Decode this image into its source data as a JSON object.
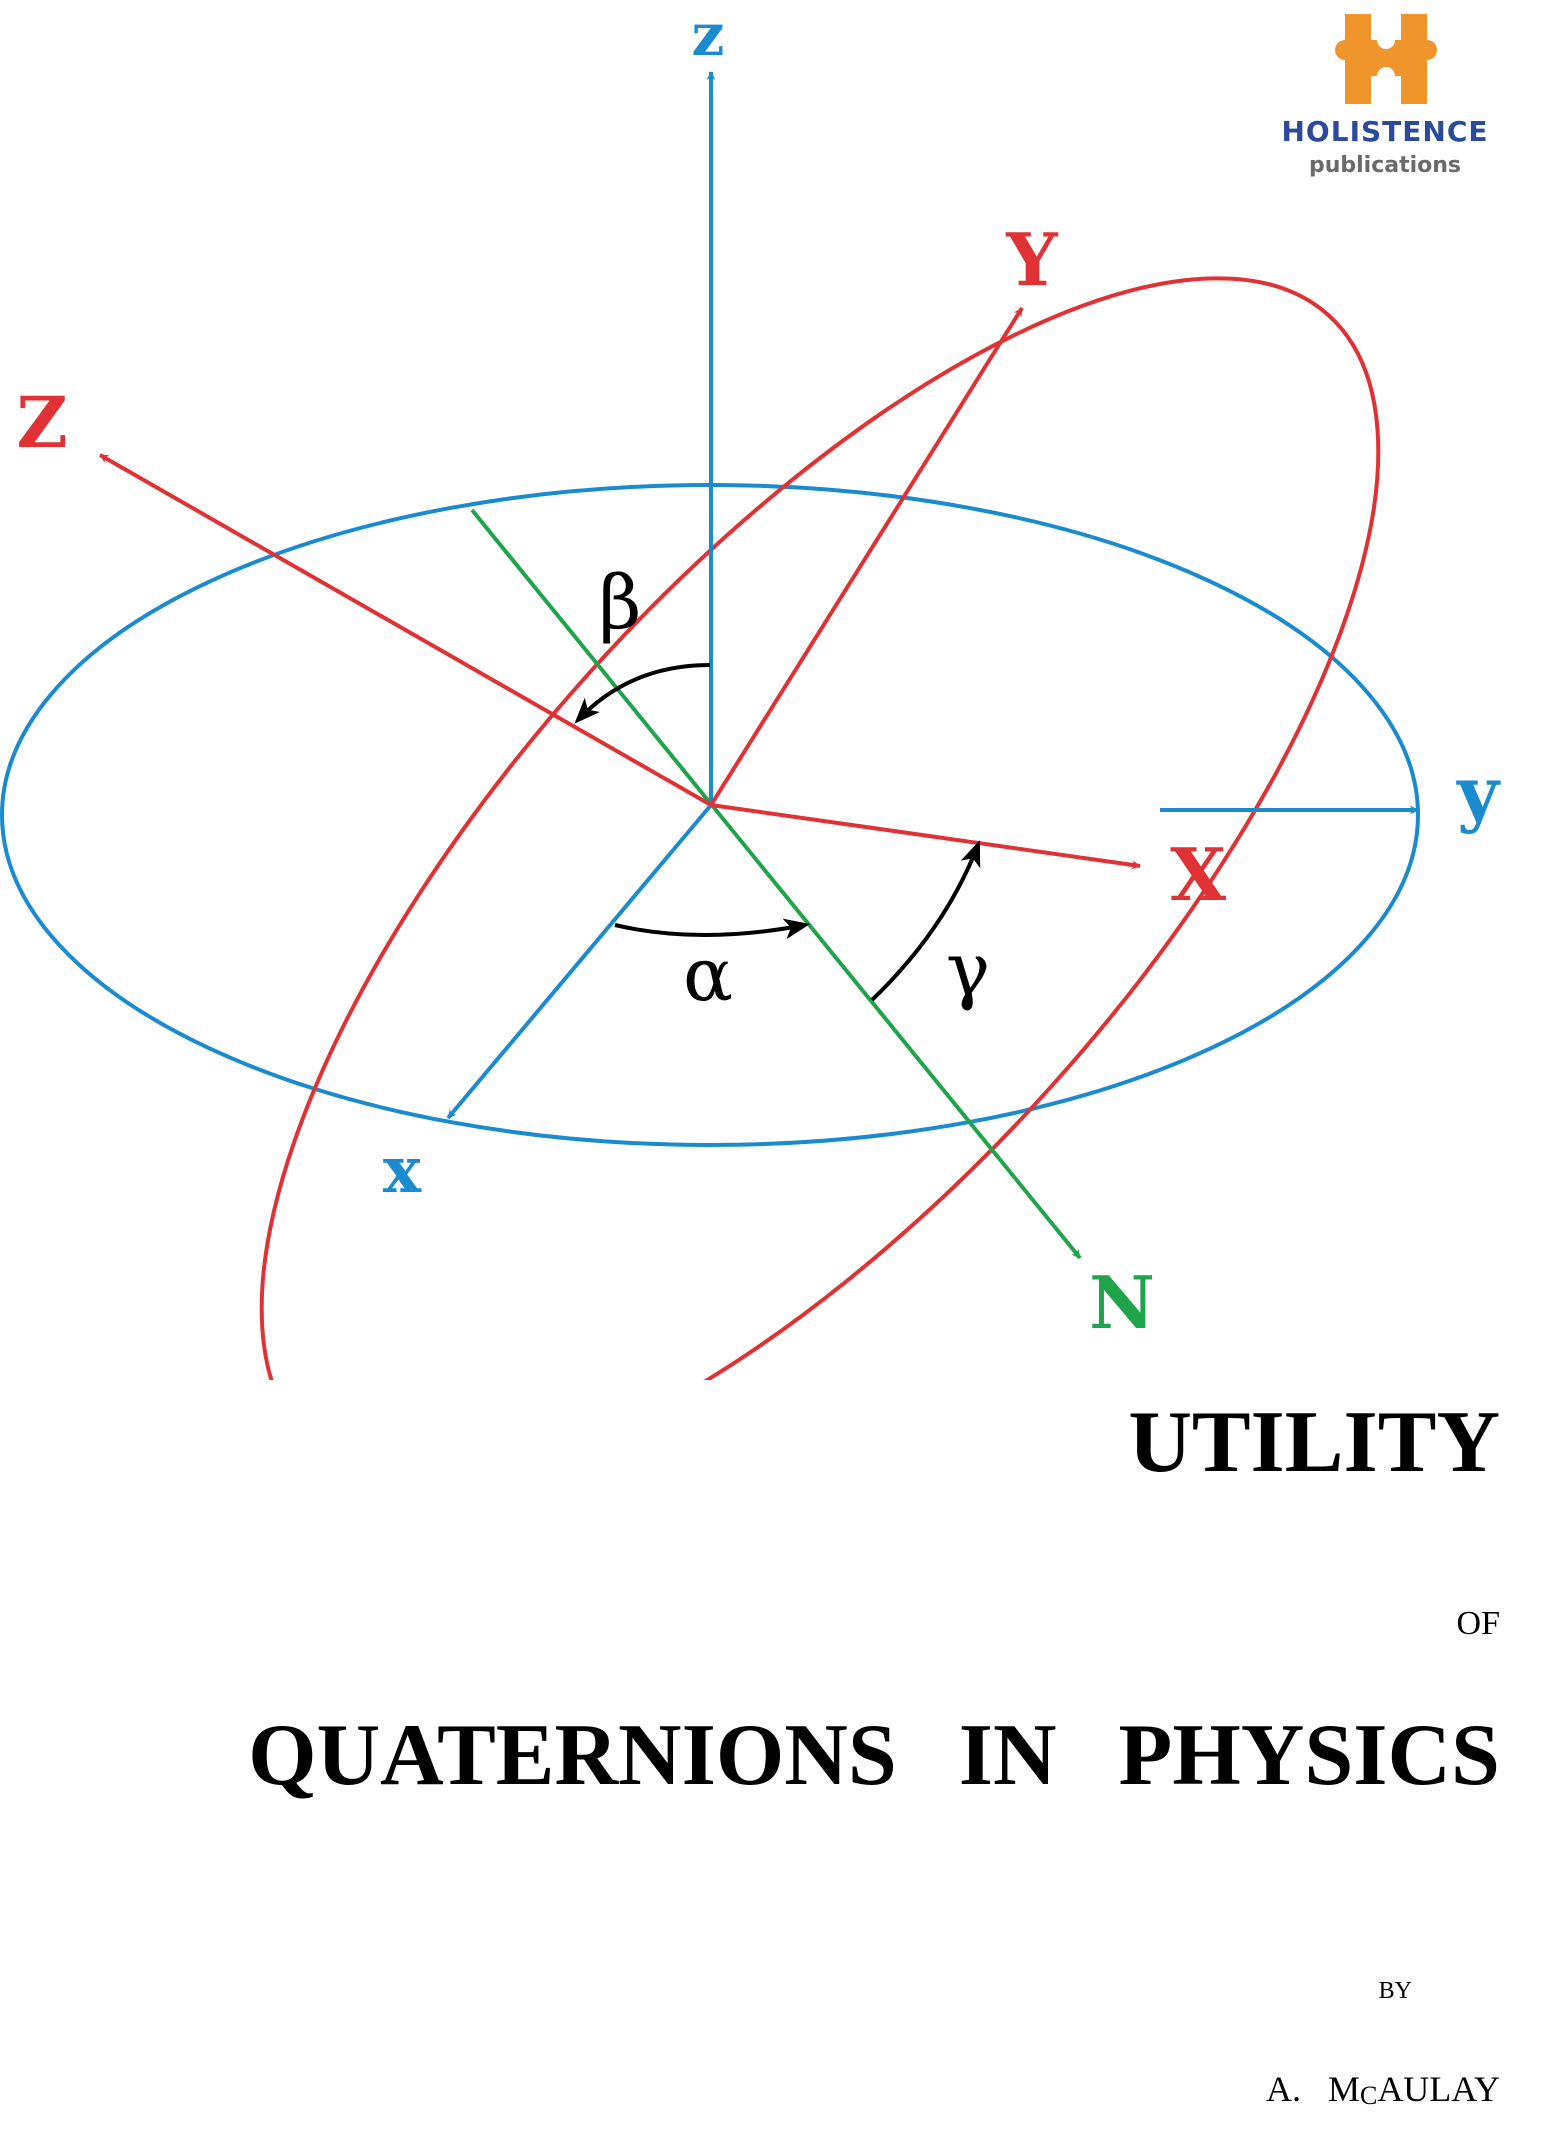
{
  "diagram": {
    "labels": {
      "z_fixed": "z",
      "y_fixed": "y",
      "x_fixed": "x",
      "Z_rot": "Z",
      "Y_rot": "Y",
      "X_rot": "X",
      "N_node": "N",
      "alpha": "α",
      "beta": "β",
      "gamma": "γ"
    },
    "colors": {
      "fixed_frame": "#1b8bd0",
      "rotated_frame": "#e03134",
      "line_of_nodes": "#1fa44b",
      "angle_arrows": "#000000"
    }
  },
  "publisher": {
    "name": "HOLISTENCE",
    "sub": "publications",
    "colors": {
      "mark": "#f0952b",
      "name": "#2b4a9a",
      "sub": "#6a6a6a"
    },
    "icon": "puzzle-h-icon"
  },
  "title": {
    "main": "UTILITY",
    "of": "OF",
    "subtitle": "QUATERNIONS IN PHYSICS"
  },
  "byline": {
    "by": "BY",
    "author_initial": "A.",
    "author_mc_m": "M",
    "author_mc_c": "C",
    "author_rest": "AULAY"
  }
}
